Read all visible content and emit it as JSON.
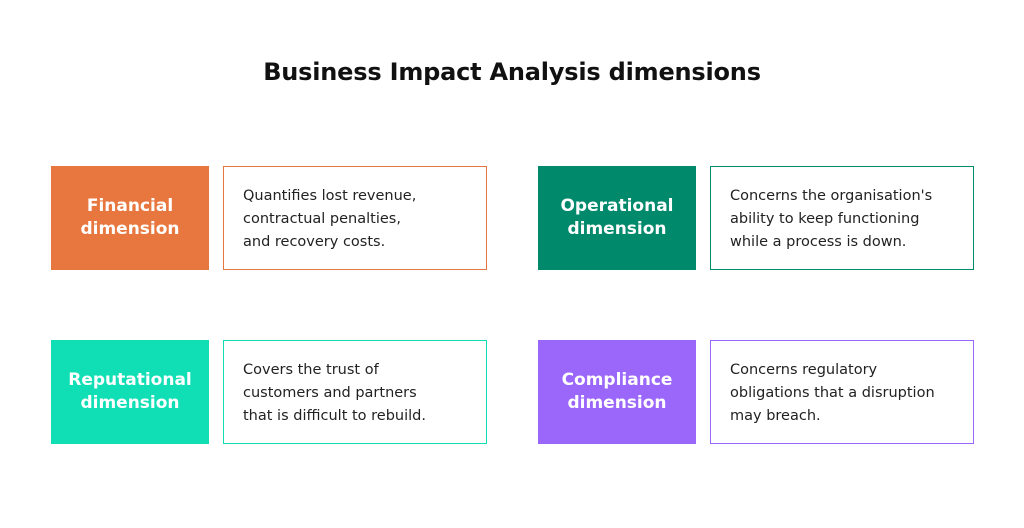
{
  "title": "Business Impact Analysis dimensions",
  "colors": {
    "financial": "#E8773F",
    "operational": "#00896B",
    "reputational": "#10DFB6",
    "compliance": "#9B66FA"
  },
  "dimensions": [
    {
      "label": [
        "Financial",
        "dimension"
      ],
      "description": [
        "Quantifies lost revenue,",
        "contractual penalties,",
        "and recovery costs."
      ]
    },
    {
      "label": [
        "Operational",
        "dimension"
      ],
      "description": [
        "Concerns the organisation's",
        "ability to keep functioning",
        "while a process is down."
      ]
    },
    {
      "label": [
        "Reputational",
        "dimension"
      ],
      "description": [
        "Covers the trust of",
        "customers and partners",
        "that is difficult to rebuild."
      ]
    },
    {
      "label": [
        "Compliance",
        "dimension"
      ],
      "description": [
        "Concerns regulatory",
        "obligations that a disruption",
        "may breach."
      ]
    }
  ]
}
